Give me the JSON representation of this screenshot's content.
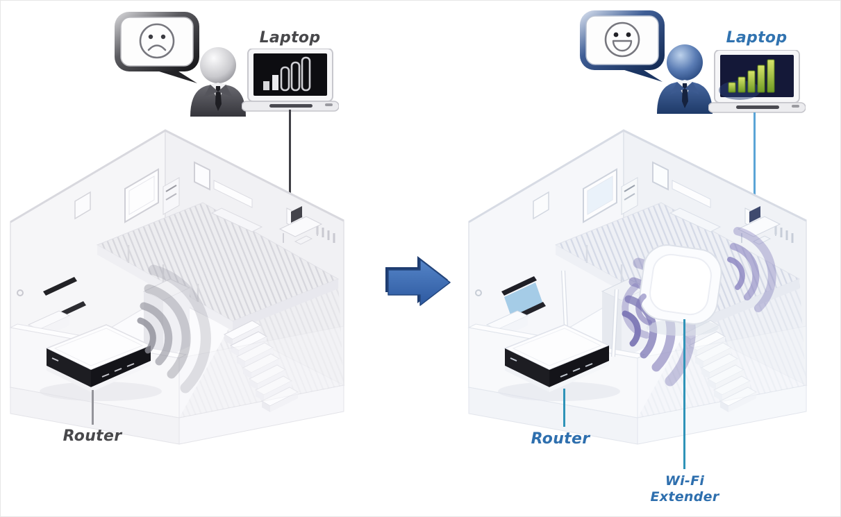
{
  "diagram": {
    "before": {
      "laptop_label": "Laptop",
      "router_label": "Router",
      "mood_icon": "sad-face",
      "signal_bars_filled": 2,
      "signal_bars_total": 5
    },
    "after": {
      "laptop_label": "Laptop",
      "router_label": "Router",
      "extender_label": "Wi-Fi Extender",
      "mood_icon": "happy-face",
      "signal_bars_filled": 5,
      "signal_bars_total": 5
    },
    "transition_icon": "right-arrow",
    "colors": {
      "label_dark": "#48484b",
      "label_blue": "#2e6fae",
      "arrow_blue": "#3e6db3",
      "wifi_gray": "#8f8f99",
      "wifi_purple": "#6f68ad",
      "leader_teal": "#2f93b8",
      "leader_gray": "#94949a",
      "signal_green": "#9fc03c"
    }
  }
}
